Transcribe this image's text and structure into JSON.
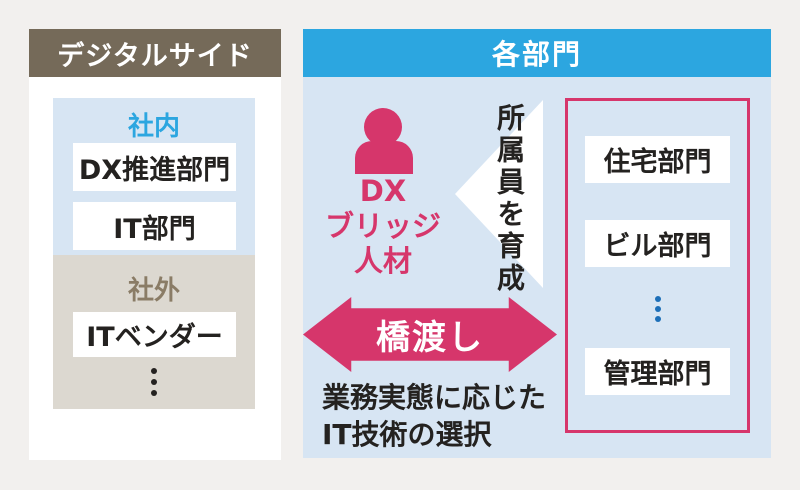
{
  "colors": {
    "background": "#f2f0ee",
    "panel-white": "#ffffff",
    "header-brown": "#756a59",
    "accent-blue": "#2ca6e0",
    "light-blue": "#d7e5f3",
    "beige": "#dcd8d0",
    "beige-text": "#8a7c66",
    "accent-pink": "#d6366b",
    "dark-text": "#242220",
    "dot-blue": "#1c6fb8"
  },
  "left_panel": {
    "header": "デジタルサイド",
    "internal": {
      "label": "社内",
      "items": [
        "DX推進部門",
        "IT部門"
      ]
    },
    "external": {
      "label": "社外",
      "items": [
        "ITベンダー"
      ],
      "more_icon": "vertical-ellipsis"
    }
  },
  "right_panel": {
    "header": "各部門",
    "bridge_person": {
      "icon": "person-icon",
      "lines": [
        "DX",
        "ブリッジ",
        "人材"
      ]
    },
    "develop_text": "所属員を育成",
    "departments": {
      "items": [
        "住宅部門",
        "ビル部門",
        "管理部門"
      ],
      "more_icon": "vertical-ellipsis"
    },
    "bridge_arrow_label": "橋渡し",
    "note_lines": [
      "業務実態に応じた",
      "IT技術の選択"
    ]
  }
}
